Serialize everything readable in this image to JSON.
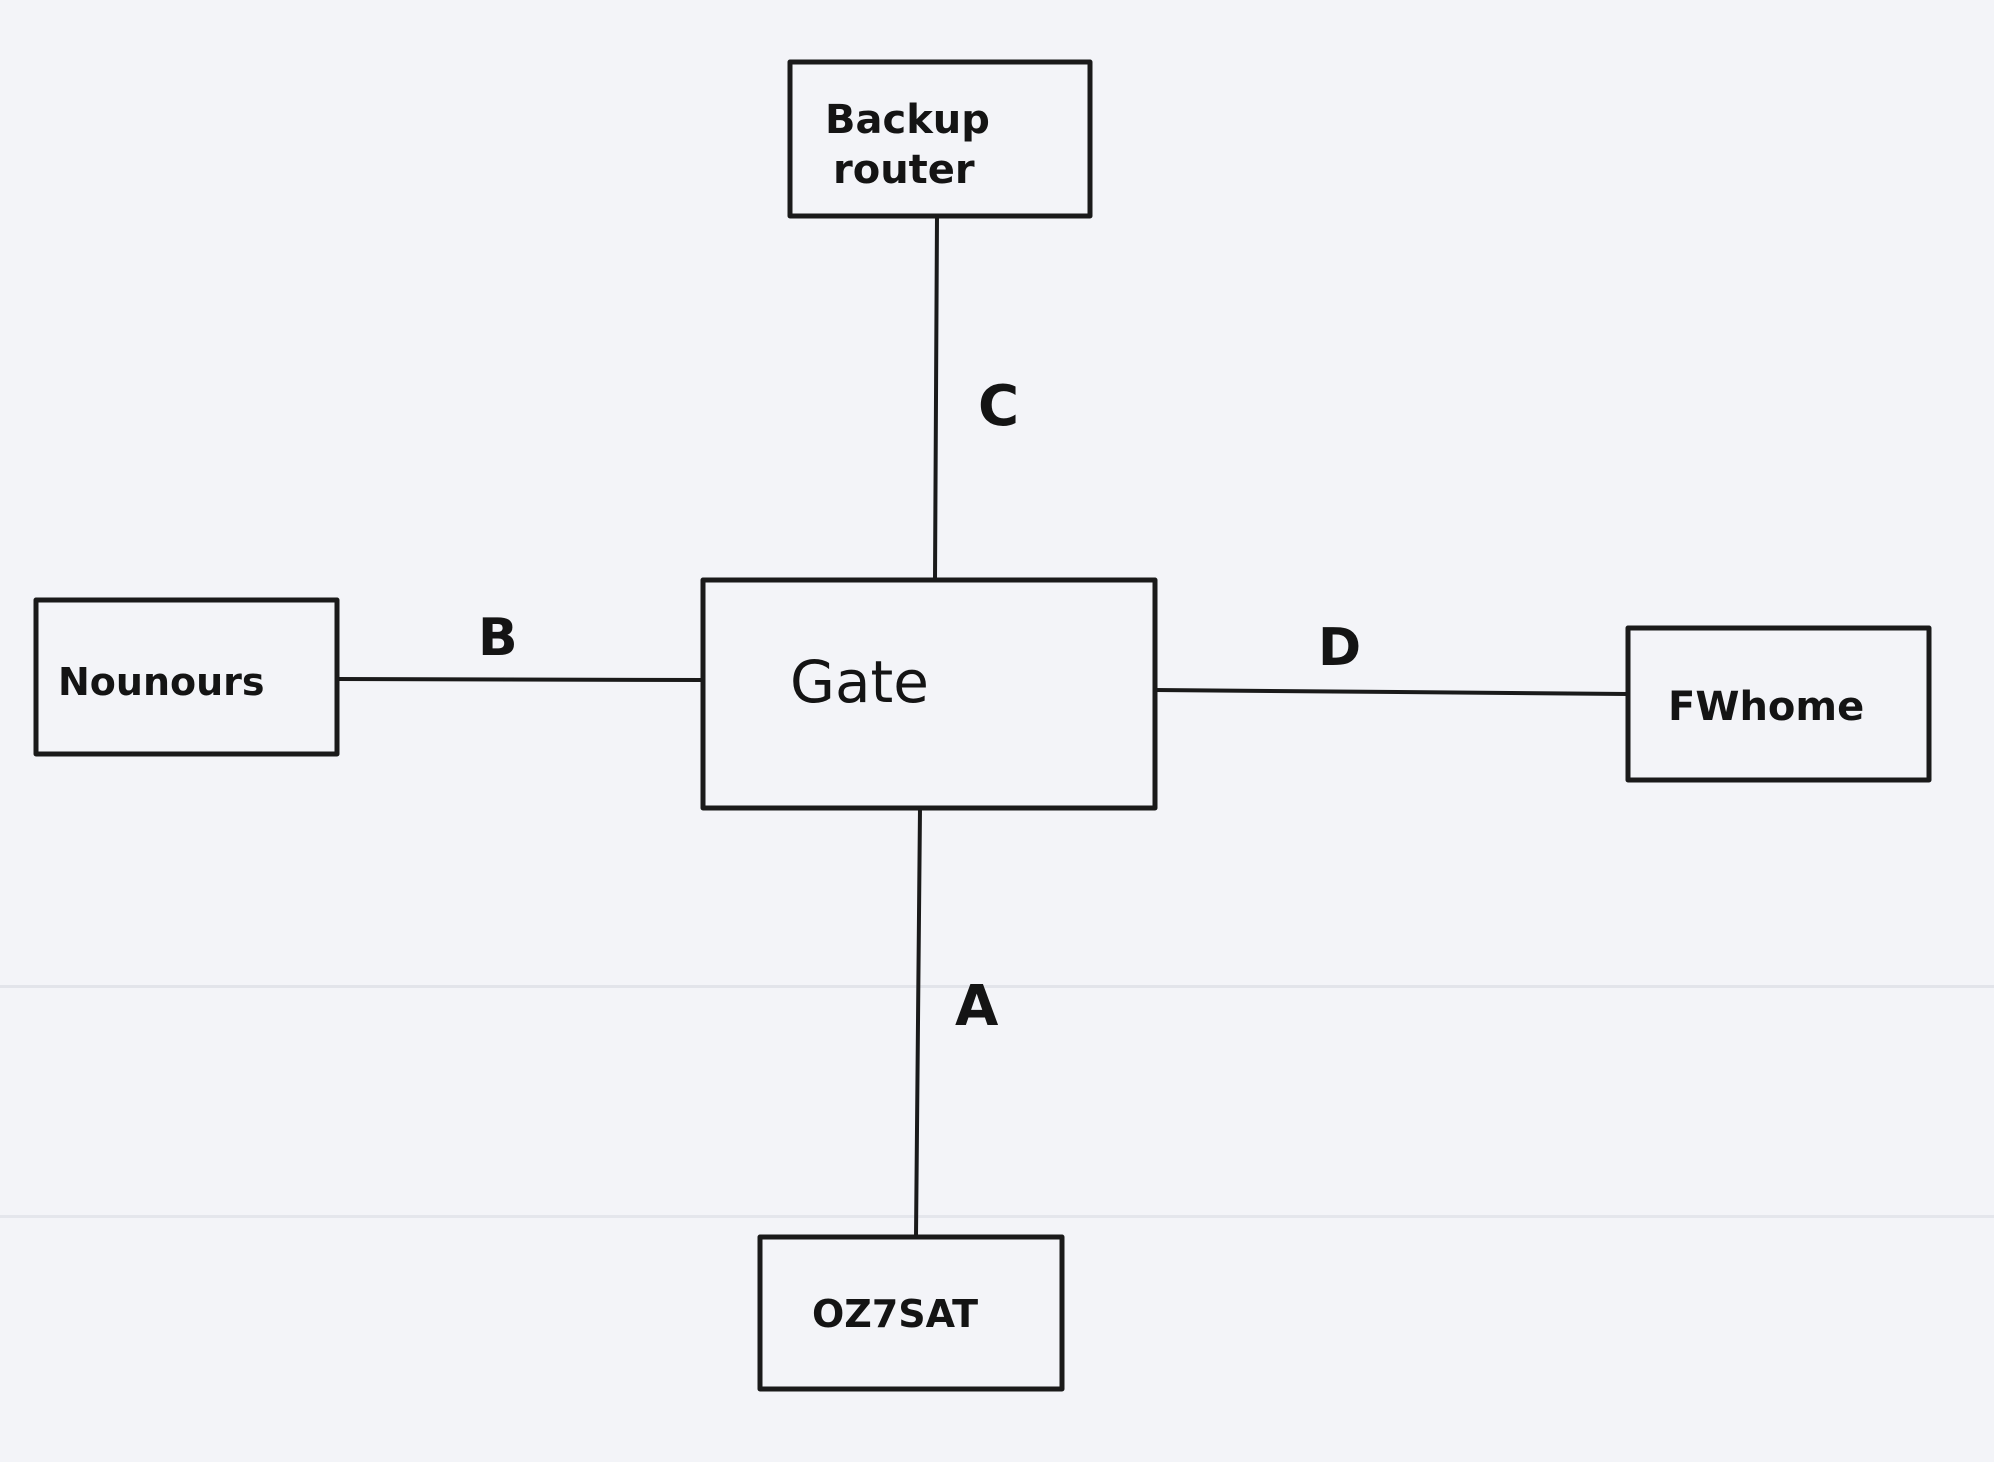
{
  "diagram": {
    "nodes": {
      "backup_router": {
        "line1": "Backup",
        "line2": "router"
      },
      "gate": "Gate",
      "nounours": "Nounours",
      "fwhome": "FWhome",
      "oz7sat": "OZ7SAT"
    },
    "links": {
      "a": "A",
      "b": "B",
      "c": "C",
      "d": "D"
    },
    "ink_color": "#1a1a1a",
    "paper_color": "#f3f4f8"
  }
}
